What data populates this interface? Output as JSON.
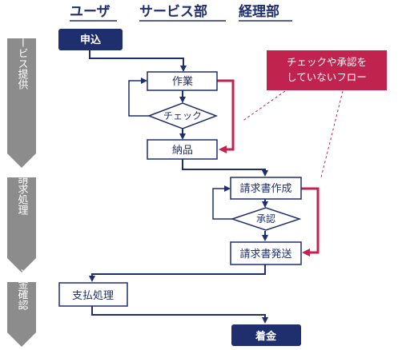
{
  "lanes": {
    "user": "ユーザ",
    "service": "サービス部",
    "accounting": "経理部"
  },
  "phases": {
    "service_provision": "サービス提供",
    "billing": "請求処理",
    "payment_confirm": "入金確認"
  },
  "nodes": {
    "apply": "申込",
    "work": "作業",
    "check": "チェック",
    "deliver": "納品",
    "invoice_create": "請求書作成",
    "approve": "承認",
    "invoice_send": "請求書発送",
    "payment": "支払処理",
    "received": "着金"
  },
  "note": {
    "line1": "チェックや承認を",
    "line2": "していないフロー"
  },
  "colors": {
    "navy": "#1f2f6e",
    "crimson": "#c0234e",
    "phase_gray": "#8c8c8c"
  }
}
